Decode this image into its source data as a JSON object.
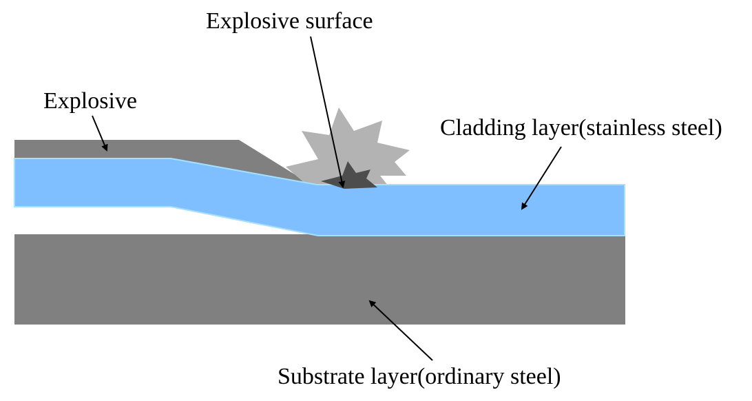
{
  "labels": {
    "explosive": "Explosive",
    "explosive_surface": "Explosive surface",
    "cladding_layer": "Cladding layer(stainless steel)",
    "substrate_layer": "Substrate layer(ordinary steel)"
  },
  "colors": {
    "explosive": "#808080",
    "cladding": "#80bfff",
    "cladding_edge": "#a6e0ff",
    "substrate": "#808080",
    "blast_outer": "#b3b3b3",
    "blast_inner": "#4d4d4d",
    "arrow": "#000000"
  }
}
